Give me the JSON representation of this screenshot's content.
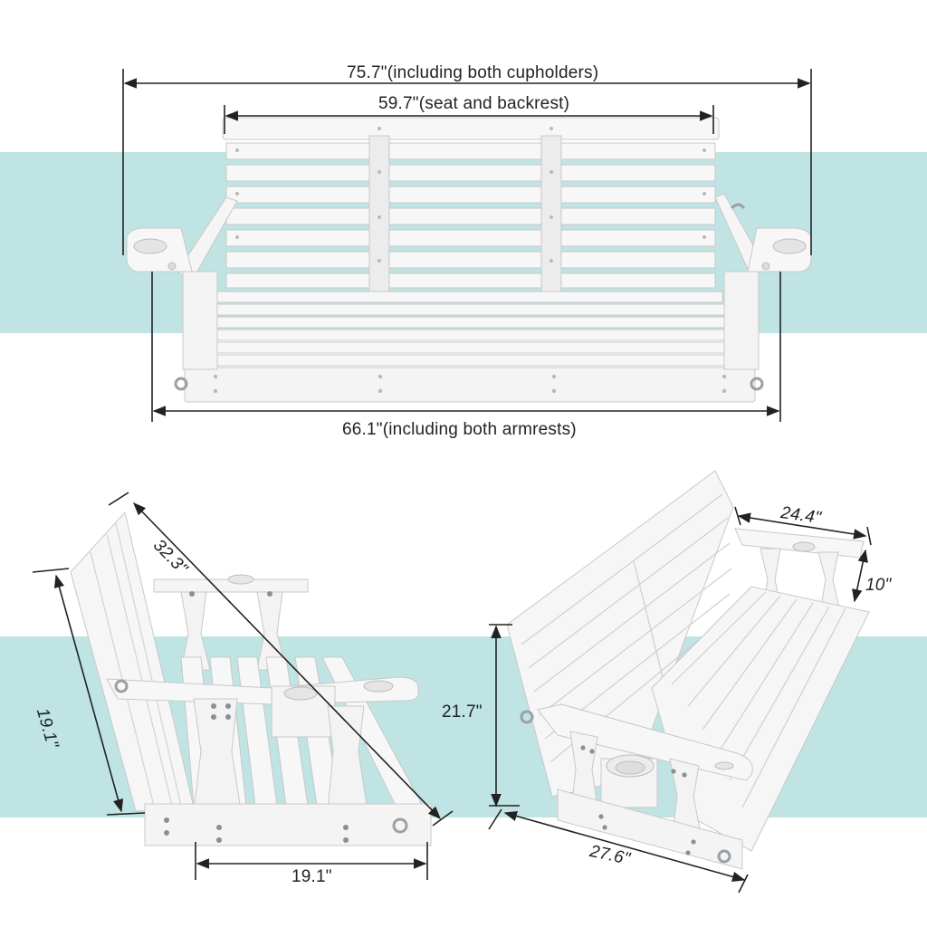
{
  "colors": {
    "band": "#bfe4e3",
    "wood": "#f7f7f7",
    "wood_edge": "#c8c8c8",
    "wood_shadow": "#e2e2e2",
    "dim_line": "#222222",
    "hardware": "#9aa0a6"
  },
  "dimensions": {
    "total_width_cupholders": "75.7\"(including both cupholders)",
    "seat_backrest_width": "59.7\"(seat and backrest)",
    "total_width_armrests": "66.1\"(including both armrests)",
    "diagonal_height": "32.3\"",
    "backrest_height": "19.1\"",
    "seat_depth": "19.1\"",
    "armrest_length": "24.4\"",
    "armrest_height": "10\"",
    "seat_height": "21.7\"",
    "overall_depth": "27.6\""
  }
}
